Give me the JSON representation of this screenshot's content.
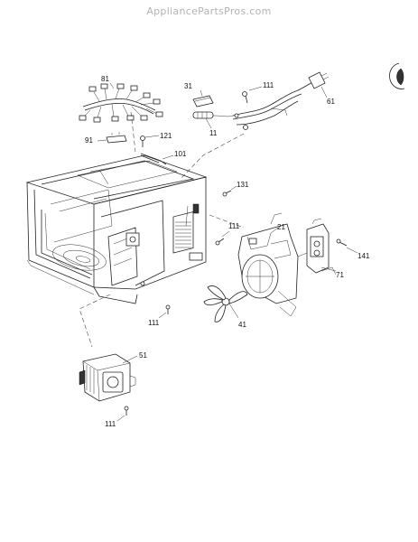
{
  "watermark": "AppliancePartsPros.com",
  "callouts": {
    "c81": "81",
    "c31": "31",
    "c111a": "111",
    "c61": "61",
    "c91": "91",
    "c121": "121",
    "c11": "11",
    "c101": "101",
    "c131": "131",
    "c111b": "111",
    "c21": "21",
    "c141": "141",
    "c71": "71",
    "c111c": "111",
    "c41": "41",
    "c51": "51",
    "c111d": "111"
  }
}
